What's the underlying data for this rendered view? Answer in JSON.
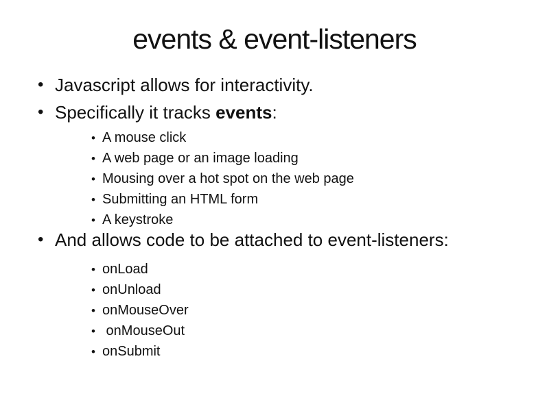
{
  "slide": {
    "title": "events & event-listeners",
    "bullet_char": "•",
    "bullets": {
      "b1": "Javascript allows for interactivity.",
      "b2_pre": "Specifically it tracks ",
      "b2_bold": "events",
      "b2_post": ":",
      "b3": "And allows code to be attached to event-listeners:"
    },
    "events_list": [
      "A mouse click",
      "A web page or an image loading",
      "Mousing over a hot spot on the web page",
      "Submitting an HTML form",
      "A keystroke"
    ],
    "listeners_list": [
      "onLoad",
      "onUnload",
      "onMouseOver",
      " onMouseOut",
      "onSubmit"
    ]
  }
}
